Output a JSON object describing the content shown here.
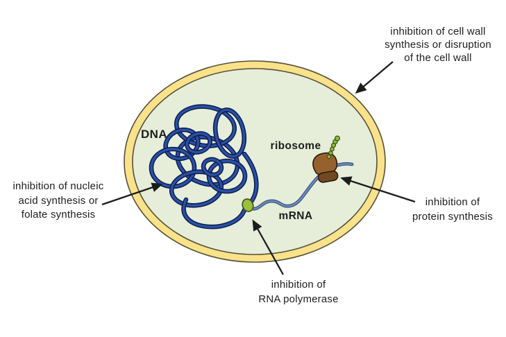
{
  "labels": {
    "dna": "DNA",
    "ribosome": "ribosome",
    "mrna": "mRNA"
  },
  "annotations": {
    "cell_wall": "inhibition of cell wall\nsynthesis or disruption\nof the cell wall",
    "nucleic_acid": "inhibition of nucleic\nacid synthesis or\nfolate synthesis",
    "protein": "inhibition of\nprotein synthesis",
    "rna_polymerase": "inhibition of\nRNA polymerase"
  },
  "colors": {
    "background": "#ffffff",
    "cell_wall": "#f9e289",
    "cell_outline": "#55503c",
    "cytoplasm": "#e6eeda",
    "dna_outline": "#101f4e",
    "dna_strand": "#2a51a8",
    "mrna_outline": "#3a4e74",
    "mrna_strand": "#6b89bf",
    "polymerase_fill": "#97c23e",
    "polymerase_outline": "#46521d",
    "ribosome_large": "#95622d",
    "ribosome_small": "#6f4a21",
    "ribosome_outline": "#2a1a09",
    "protein_bead": "#8dbf3b",
    "bead_outline": "#3c4a18",
    "arrow": "#1c1c1c",
    "text": "#1d1d1d"
  }
}
